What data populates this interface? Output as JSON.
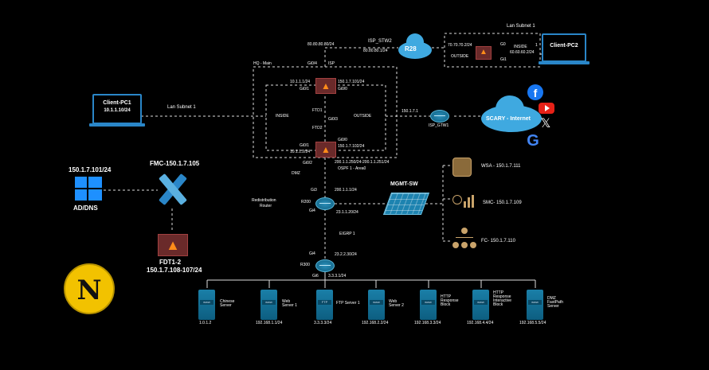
{
  "colors": {
    "background": "#000000",
    "accent_blue": "#2a86c8",
    "cloud": "#3fa9e0",
    "firewall": "#c0392b",
    "router": "#1d83b0",
    "brand_yellow": "#f2c200"
  },
  "clients": {
    "pc1": {
      "name": "Client-PC1",
      "ip": "10.1.1.10/24",
      "subnet": "Lan Subnet 1"
    },
    "pc2": {
      "name": "Client-PC2",
      "subnet": "Lan Subnet 1"
    }
  },
  "isp_stw2": {
    "label": "ISP_STW2",
    "ip_a": "80.80.80.80/24",
    "ip_b": "80.80.80.1/24"
  },
  "r28": {
    "label": "R28"
  },
  "remote_fw": {
    "ip_a": "70.70.70.2/24",
    "ip_b": "60.60.60.2/24",
    "g0": "G0",
    "g1": "Gi1",
    "outside": "OUTSIDE",
    "inside": "INSIDE",
    "num": "1"
  },
  "hq": {
    "title": "HQ - Main",
    "gi04": "Gi0/4",
    "isp": "ISP"
  },
  "fw1": {
    "gi01": "Gi0/1",
    "gi00": "Gi0/0",
    "ip_left": "10.1.1.1/24",
    "ip_right": "150.1.7.101/24"
  },
  "fw2": {
    "gi01": "Gi0/1",
    "gi00": "Gi0/0",
    "ip_left": "10.1.1.2/24",
    "ip_right": "150.1.7.102/24"
  },
  "ftd": {
    "ftd1": "FTD1",
    "ftd2": "FTD2",
    "g03": "Gi0/3",
    "inside": "INSIDE",
    "outside": "OUTSIDE"
  },
  "isp_gtw1": {
    "label": "ISP_GTW1",
    "ip": "150.1.7.1"
  },
  "internet": {
    "label": "SCARY - Internet"
  },
  "dmz": {
    "gi02": "Gi0/2",
    "dmz": "DMZ",
    "ips": "200.1.1.250/24-200.1.1.251/24",
    "ospf": "OSPF 1 - Area0"
  },
  "r200": {
    "label": "R200",
    "gi3": "Gi3",
    "gi4": "Gi4",
    "ip_a": "200.1.1.1/24",
    "ip_b": "23.1.1.20/24",
    "redist": "Redistribution",
    "router": "Router"
  },
  "mgmt": {
    "label": "MGMT-SW"
  },
  "wsa": {
    "label": "WSA - 150.1.7.111"
  },
  "smc": {
    "label": "SMC- 150.1.7.109"
  },
  "fc": {
    "label": "FC- 150.1.7.110"
  },
  "eigrp": {
    "label": "EIGRP 1"
  },
  "r300": {
    "label": "R300",
    "gi4": "Gi4",
    "gi6": "Gi6",
    "ip_a": "23.2.2.30/24",
    "ip_b": "3.3.3.1/24"
  },
  "ad": {
    "ip": "150.1.7.101/24",
    "label": "AD/DNS"
  },
  "fmc": {
    "label": "FMC-150.1.7.105"
  },
  "fdt": {
    "label": "FDT1-2",
    "ips": "150.1.7.108-107/24"
  },
  "servers": [
    {
      "name": "Chinese\nServer",
      "ip": "1.0.1.2",
      "band": "www"
    },
    {
      "name": "Web\nServer 1",
      "ip": "192.168.1.1/24",
      "band": "www"
    },
    {
      "name": "FTP Server 1",
      "ip": "3.3.3.3/24",
      "band": "FTP"
    },
    {
      "name": "Web\nServer 2",
      "ip": "192.168.2.2/24",
      "band": "www"
    },
    {
      "name": "HTTP\nResponse\nBlock",
      "ip": "192.168.3.3/24",
      "band": "www"
    },
    {
      "name": "HTTP\nResponse\nInteractive\nBlock",
      "ip": "192.168.4.4/24",
      "band": "www"
    },
    {
      "name": "DMZ\nFastPath\nServer",
      "ip": "192.168.5.5/24",
      "band": "www"
    }
  ]
}
